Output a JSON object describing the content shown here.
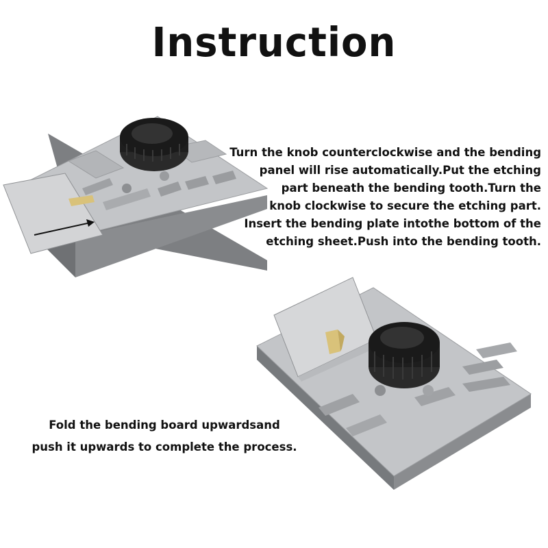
{
  "title": "Instruction",
  "step1": {
    "lines": [
      "Turn the knob counterclockwise  and the bending",
      "panel  will rise automatically.Put the etching",
      "part beneath the bending tooth.Turn the",
      "knob clockwise to secure the etching part.",
      "Insert the bending plate intothe bottom of the",
      "etching  sheet.Push into the bending tooth."
    ]
  },
  "step2": {
    "lines": [
      "Fold the bending board upwardsand",
      "push it upwards to complete the process."
    ]
  },
  "colors": {
    "text": "#111111",
    "metal_light": "#c9cacc",
    "metal_mid": "#a5a7aa",
    "metal_dark": "#6f7174",
    "knob": "#1a1a1a",
    "brass": "#d9c27a"
  }
}
